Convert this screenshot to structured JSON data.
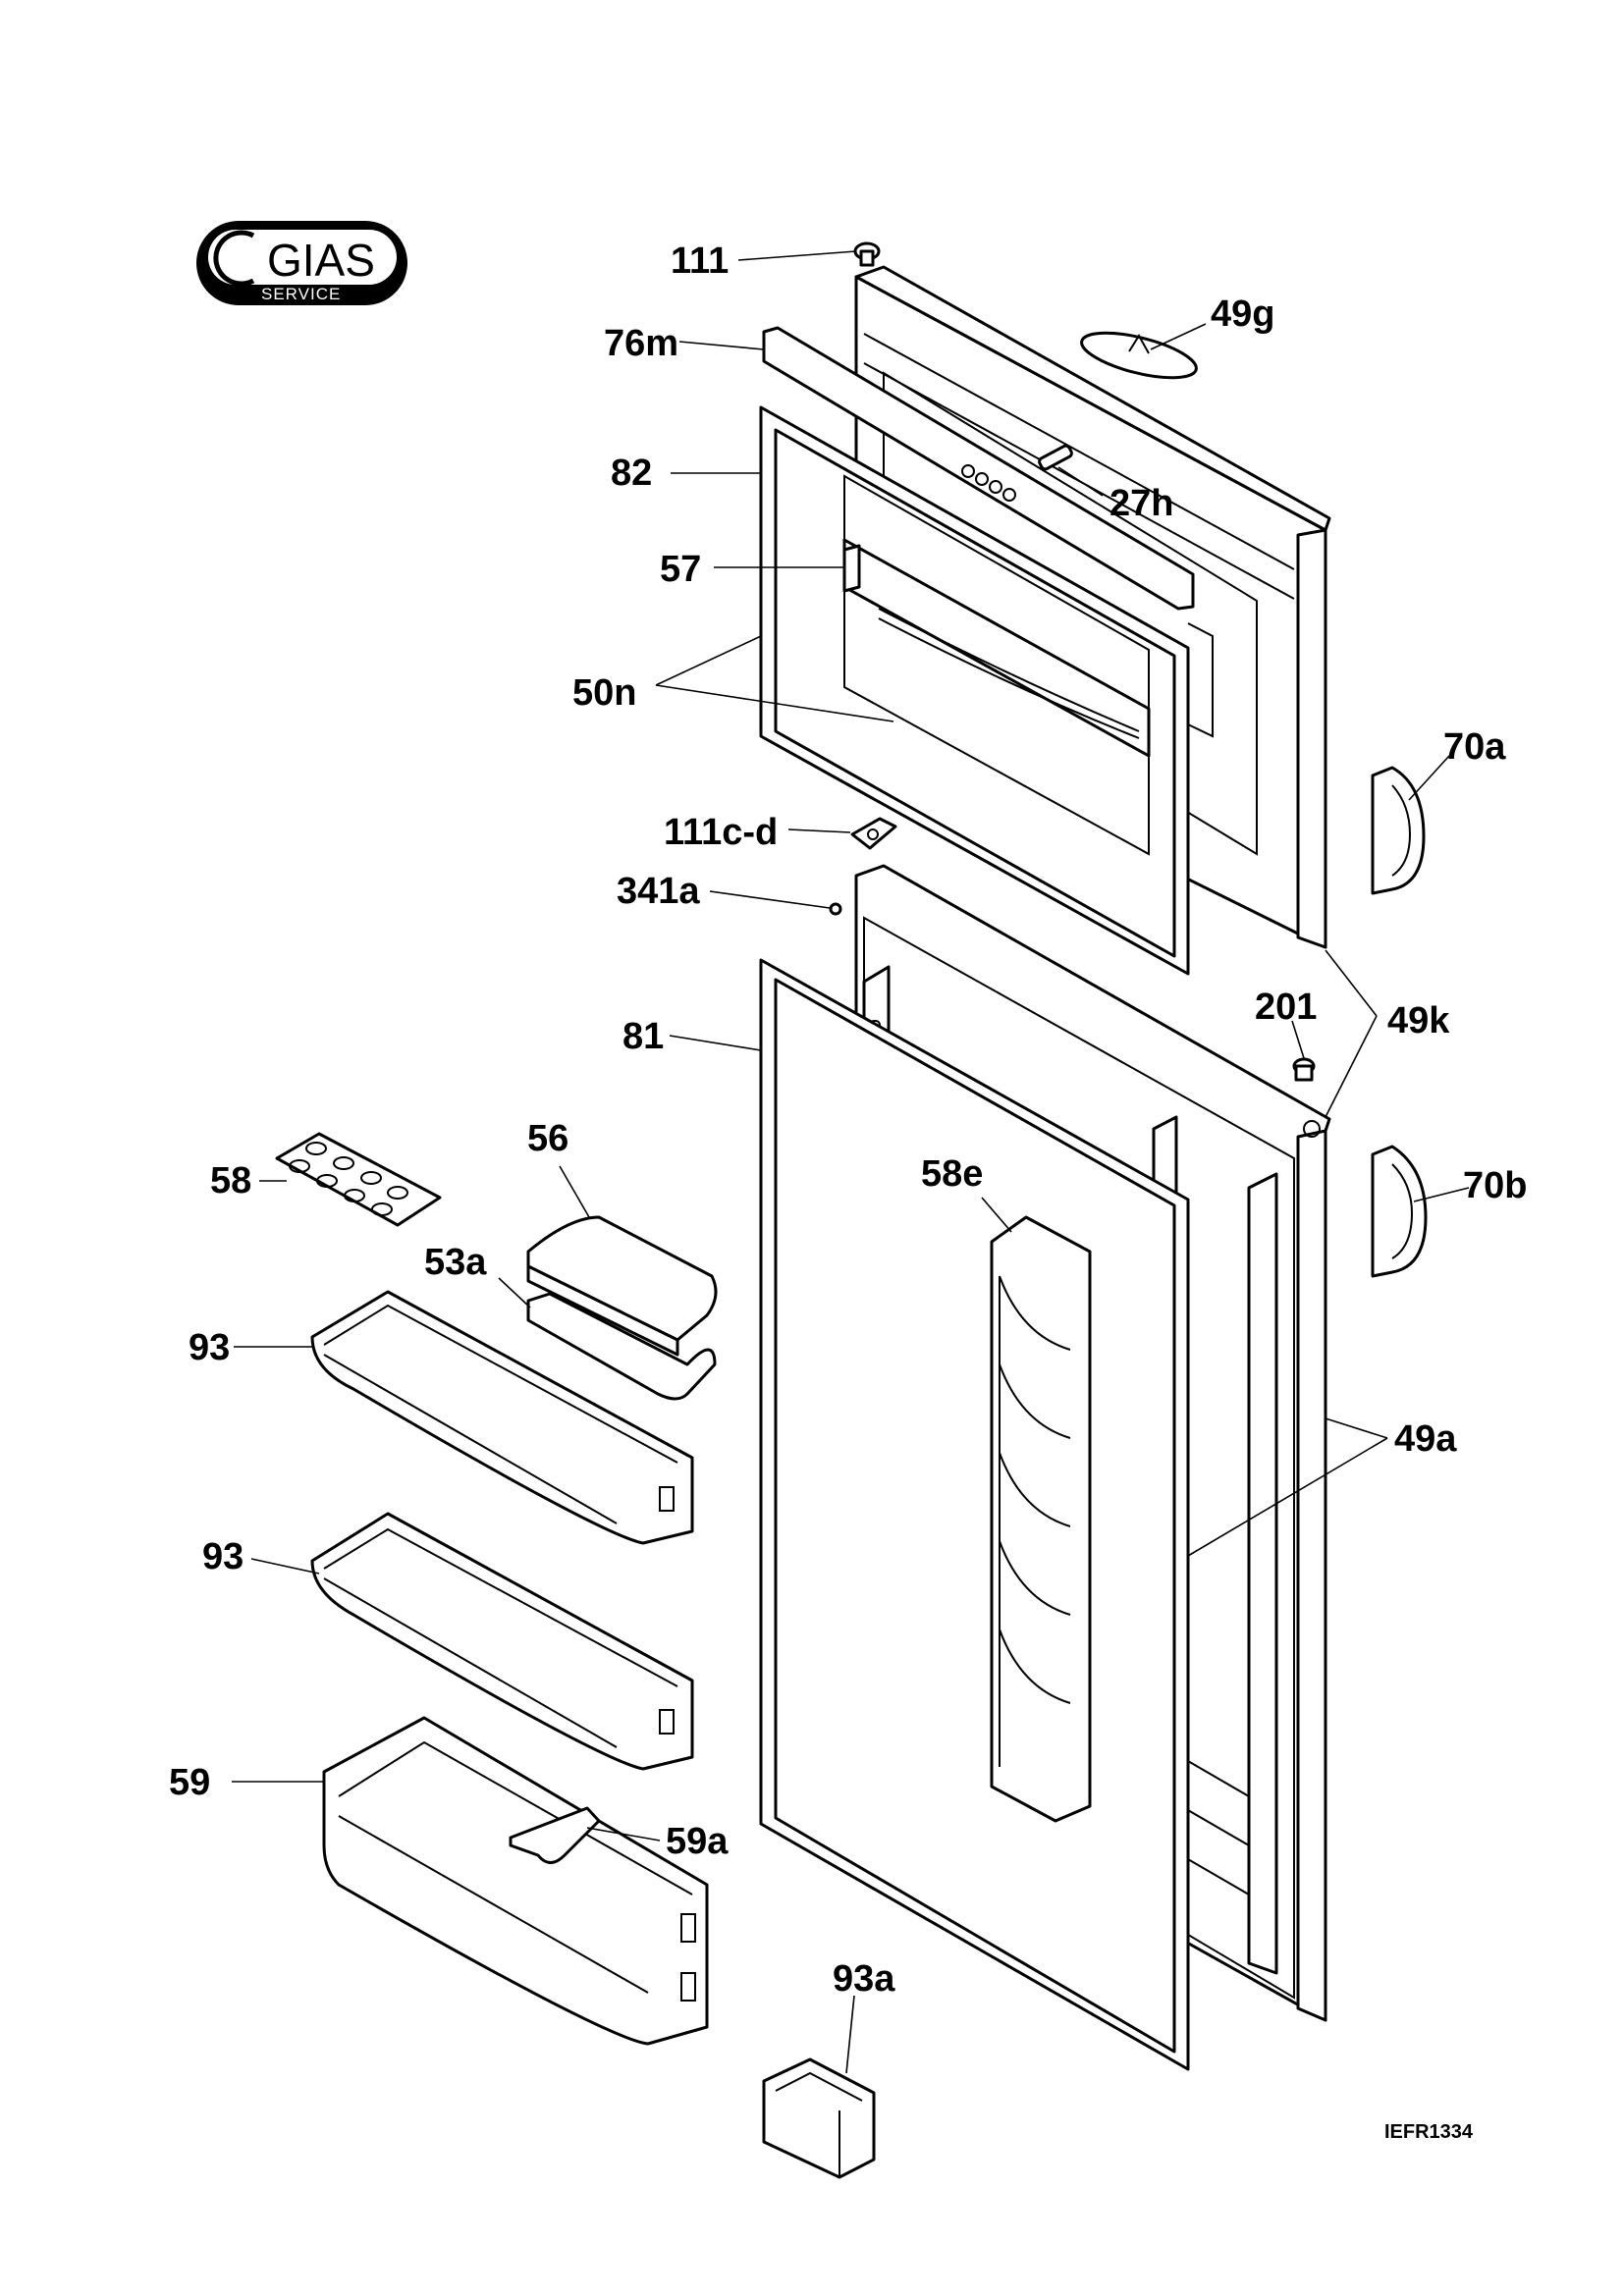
{
  "logo": {
    "brand": "GIAS",
    "sub": "SERVICE"
  },
  "drawing_code": "IEFR1334",
  "labels": {
    "p111": "111",
    "p49g": "49g",
    "p76m": "76m",
    "p82": "82",
    "p27h": "27h",
    "p57": "57",
    "p50n": "50n",
    "p70a": "70a",
    "p111cd": "111c-d",
    "p341a": "341a",
    "p201": "201",
    "p49k": "49k",
    "p81": "81",
    "p56": "56",
    "p58e": "58e",
    "p70b": "70b",
    "p58": "58",
    "p53a": "53a",
    "p93_1": "93",
    "p49a": "49a",
    "p93_2": "93",
    "p59": "59",
    "p59a": "59a",
    "p93a": "93a"
  }
}
